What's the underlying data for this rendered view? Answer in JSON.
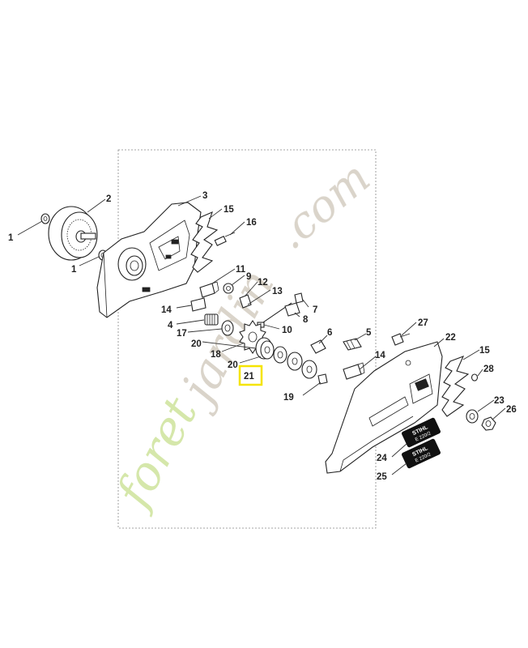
{
  "colors": {
    "highlight": "#f5e400",
    "watermark_green": "#d3e6a6",
    "watermark_grey": "#d8d2c8",
    "line": "#222222"
  },
  "watermark": {
    "foret": "foret",
    "jardin": "jardin",
    "dotcom": ".com"
  },
  "decals": {
    "brand": "STIHL",
    "model": "E 220/2"
  },
  "callouts": [
    {
      "id": "c1a",
      "label": "1"
    },
    {
      "id": "c1b",
      "label": "1"
    },
    {
      "id": "c2",
      "label": "2"
    },
    {
      "id": "c3",
      "label": "3"
    },
    {
      "id": "c4",
      "label": "4"
    },
    {
      "id": "c5",
      "label": "5"
    },
    {
      "id": "c6",
      "label": "6"
    },
    {
      "id": "c7",
      "label": "7"
    },
    {
      "id": "c8",
      "label": "8"
    },
    {
      "id": "c9",
      "label": "9"
    },
    {
      "id": "c10",
      "label": "10"
    },
    {
      "id": "c11",
      "label": "11"
    },
    {
      "id": "c12",
      "label": "12"
    },
    {
      "id": "c13",
      "label": "13"
    },
    {
      "id": "c14a",
      "label": "14"
    },
    {
      "id": "c14b",
      "label": "14"
    },
    {
      "id": "c15a",
      "label": "15"
    },
    {
      "id": "c15b",
      "label": "15"
    },
    {
      "id": "c16",
      "label": "16"
    },
    {
      "id": "c17",
      "label": "17"
    },
    {
      "id": "c18",
      "label": "18"
    },
    {
      "id": "c19",
      "label": "19"
    },
    {
      "id": "c20a",
      "label": "20"
    },
    {
      "id": "c20b",
      "label": "20"
    },
    {
      "id": "c21",
      "label": "21",
      "highlighted": true
    },
    {
      "id": "c22",
      "label": "22"
    },
    {
      "id": "c23",
      "label": "23"
    },
    {
      "id": "c24",
      "label": "24"
    },
    {
      "id": "c25",
      "label": "25"
    },
    {
      "id": "c26",
      "label": "26"
    },
    {
      "id": "c27",
      "label": "27"
    },
    {
      "id": "c28",
      "label": "28"
    }
  ]
}
